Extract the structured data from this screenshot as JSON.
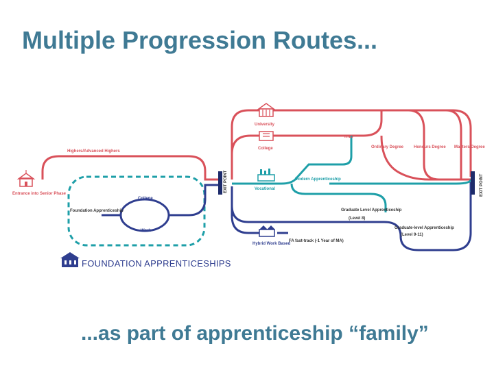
{
  "title": "Multiple Progression Routes...",
  "subtitle": "...as part of apprenticeship “family”",
  "colors": {
    "title": "#3f7a94",
    "red_route": "#d9515a",
    "teal_route": "#1e9fa8",
    "blue_route": "#2f3e8f"
  },
  "diagram": {
    "entrance": "Entrance into Senior Phase",
    "highers": "Highers/Advanced Highers",
    "foundation_apprenticeship": "Foundation Apprenticeship",
    "college_left": "College",
    "work": "Work",
    "exit_point_left": "EXIT POINT",
    "university": "University",
    "college": "College",
    "hnd": "HND",
    "ordinary_degree": "Ordinary Degree",
    "honours_degree": "Honours Degree",
    "masters_degree": "Masters Degree",
    "vocational": "Vocational",
    "modern_apprenticeship": "Modern Apprenticeship",
    "graduate_level_apprenticeship": "Graduate Level Apprenticeship",
    "graduate_level_note": "(Level 8)",
    "graduate_level_apprenticeship_2": "Graduate-level Apprenticeship",
    "graduate_level_note_2": "(Level 9-11)",
    "hybrid": "Hybrid Work Based",
    "fa_fast_track": "FA fast-track (-1 Year of MA)",
    "exit_point_right": "EXIT POINT",
    "foundation_apprenticeships_logo": "FOUNDATION APPRENTICESHIPS"
  }
}
